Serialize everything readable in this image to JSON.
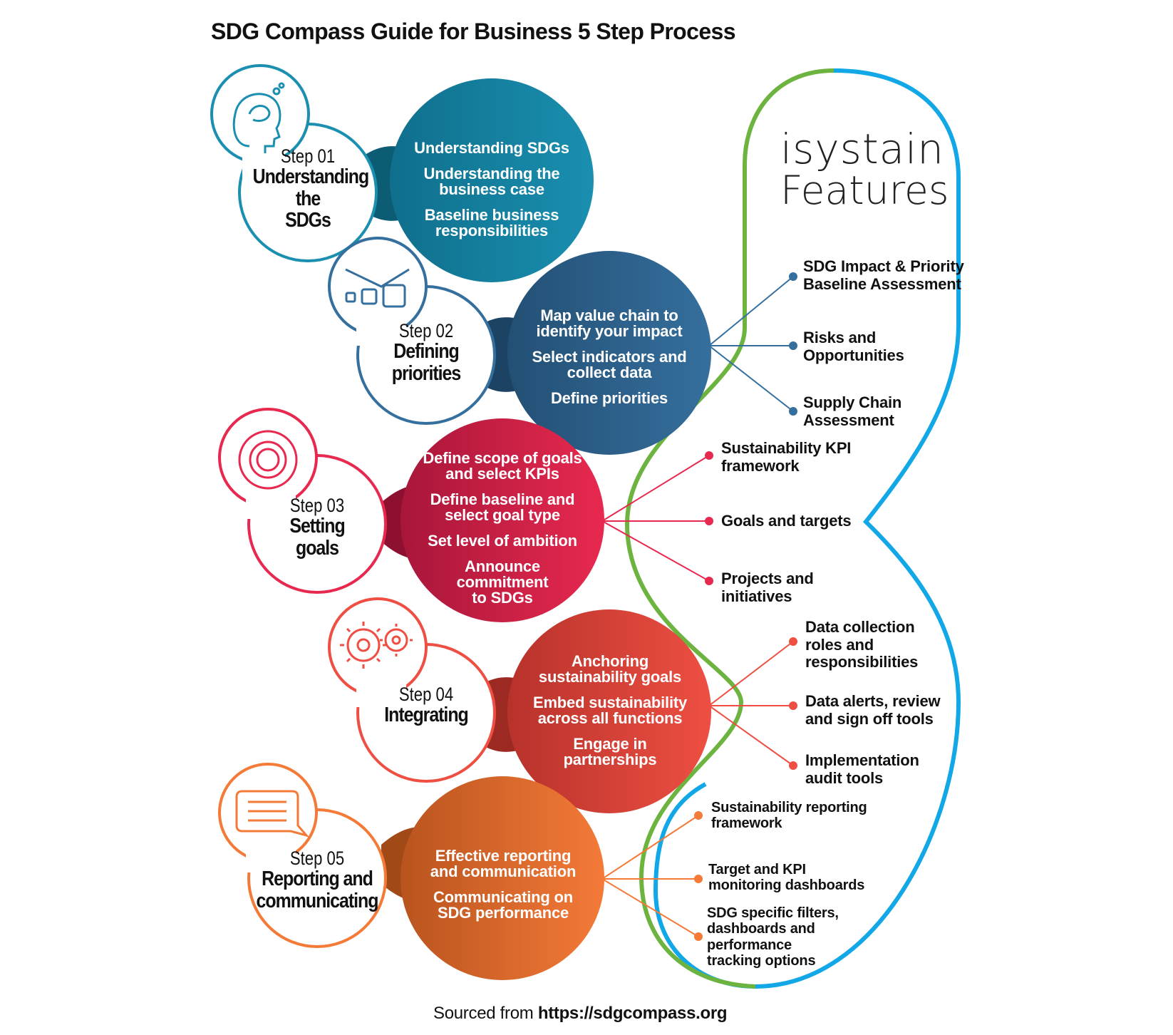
{
  "title": "SDG Compass Guide for Business 5 Step Process",
  "brand": {
    "name": "isystain",
    "subtitle": "Features"
  },
  "colors": {
    "step1": "#1a8fb0",
    "step2": "#356f9d",
    "step3": "#e8294f",
    "step4": "#ee4f42",
    "step5": "#f47a38",
    "green_outline": "#6db33f",
    "blue_outline": "#12a7e6"
  },
  "steps": [
    {
      "number": "Step 01",
      "name_lines": [
        "Understanding",
        "the",
        "SDGs"
      ],
      "icon": "head-icon",
      "bullets": [
        "Understanding SDGs",
        "Understanding the business case",
        "Baseline business responsibilities"
      ],
      "features": []
    },
    {
      "number": "Step 02",
      "name_lines": [
        "Defining",
        "priorities"
      ],
      "icon": "priority-boxes-icon",
      "bullets": [
        "Map value chain to identify your impact",
        "Select indicators and collect data",
        "Define priorities"
      ],
      "features": [
        "SDG Impact & Priority Baseline Assessment",
        "Risks and Opportunities",
        "Supply Chain Assessment"
      ]
    },
    {
      "number": "Step 03",
      "name_lines": [
        "Setting",
        "goals"
      ],
      "icon": "target-icon",
      "bullets": [
        "Define scope of goals and select KPIs",
        "Define baseline and select goal type",
        "Set level of ambition",
        "Announce commitment to SDGs"
      ],
      "features": [
        "Sustainability KPI framework",
        "Goals and targets",
        "Projects and initiatives"
      ]
    },
    {
      "number": "Step 04",
      "name_lines": [
        "Integrating"
      ],
      "icon": "gears-icon",
      "bullets": [
        "Anchoring sustainability goals",
        "Embed sustainability across all functions",
        "Engage in partnerships"
      ],
      "features": [
        "Data collection roles and responsibilities",
        "Data alerts, review and sign off tools",
        "Implementation audit tools"
      ]
    },
    {
      "number": "Step 05",
      "name_lines": [
        "Reporting and",
        "communicating"
      ],
      "icon": "speech-bubble-icon",
      "bullets": [
        "Effective reporting and communication",
        "Communicating on SDG performance"
      ],
      "features": [
        "Sustainability reporting framework",
        "Target and KPI monitoring dashboards",
        "SDG specific filters, dashboards and performance tracking options"
      ]
    }
  ],
  "source": {
    "prefix": "Sourced from ",
    "url": "https://sdgcompass.org"
  }
}
